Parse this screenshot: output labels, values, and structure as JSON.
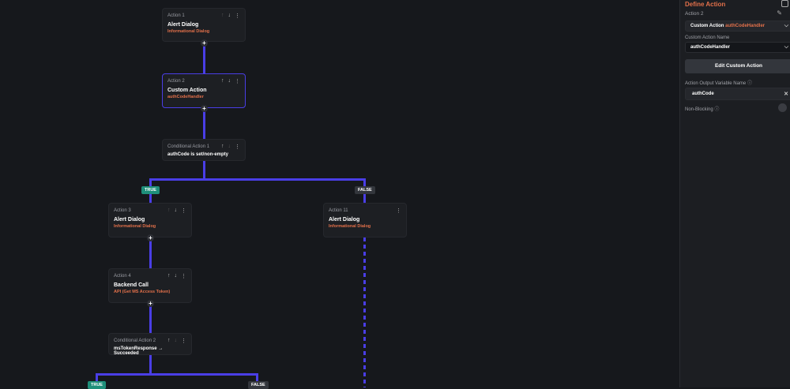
{
  "canvas": {
    "action1": {
      "label": "Action 1",
      "title": "Alert Dialog",
      "subtitle": "Informational Dialog"
    },
    "action2": {
      "label": "Action 2",
      "title": "Custom Action",
      "subtitle": "authCodeHandler"
    },
    "cond1": {
      "label": "Conditional Action 1",
      "condition": "authCode is set/non-empty"
    },
    "true_label": "TRUE",
    "false_label": "FALSE",
    "action3": {
      "label": "Action 3",
      "title": "Alert Dialog",
      "subtitle": "Informational Dialog"
    },
    "action11": {
      "label": "Action 11",
      "title": "Alert Dialog",
      "subtitle": "Informational Dialog"
    },
    "action4": {
      "label": "Action 4",
      "title": "Backend Call",
      "subtitle": "API (Get MS Access Token)"
    },
    "cond2": {
      "label": "Conditional Action 2",
      "condition": "msTokenResponse → Succeeded"
    },
    "add": "+"
  },
  "panel": {
    "title": "Define Action",
    "action_label": "Action 2",
    "type_prefix": "Custom Action",
    "type_name": "authCodeHandler",
    "name_label": "Custom Action Name",
    "name_value": "authCodeHandler",
    "edit_button": "Edit Custom Action",
    "output_label": "Action Output Variable Name",
    "output_value": "authCode",
    "nonblocking_label": "Non-Blocking"
  },
  "colors": {
    "accent": "#4a3ee6",
    "orange": "#e2704a",
    "true": "#1f8f7a"
  }
}
